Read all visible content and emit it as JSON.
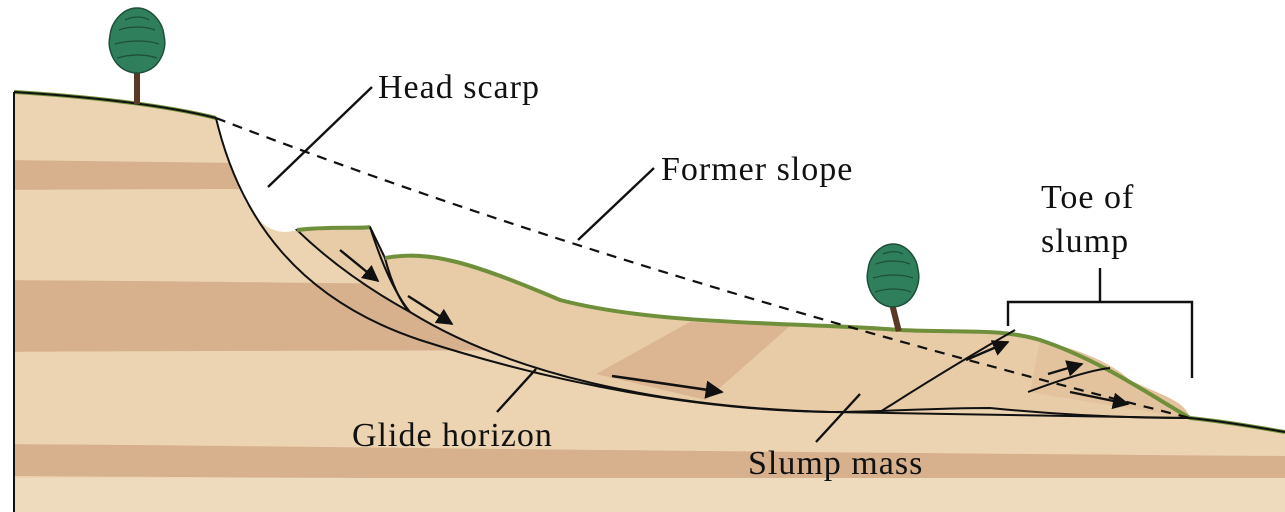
{
  "labels": {
    "head_scarp": "Head scarp",
    "former_slope": "Former slope",
    "toe_line1": "Toe of",
    "toe_line2": "slump",
    "glide_horizon": "Glide horizon",
    "slump_mass": "Slump mass"
  },
  "colors": {
    "background": "#ffffff",
    "light_layer": "#ecd4b2",
    "dark_layer": "#d7b08e",
    "slump_fill": "#e8cba7",
    "slump_shade": "#dcb693",
    "grass": "#6f8f3a",
    "tree_crown": "#2f7f5c",
    "tree_trunk": "#5a3a26",
    "outline": "#111111"
  },
  "icons": [
    "tree-icon",
    "movement-arrow-icon"
  ]
}
